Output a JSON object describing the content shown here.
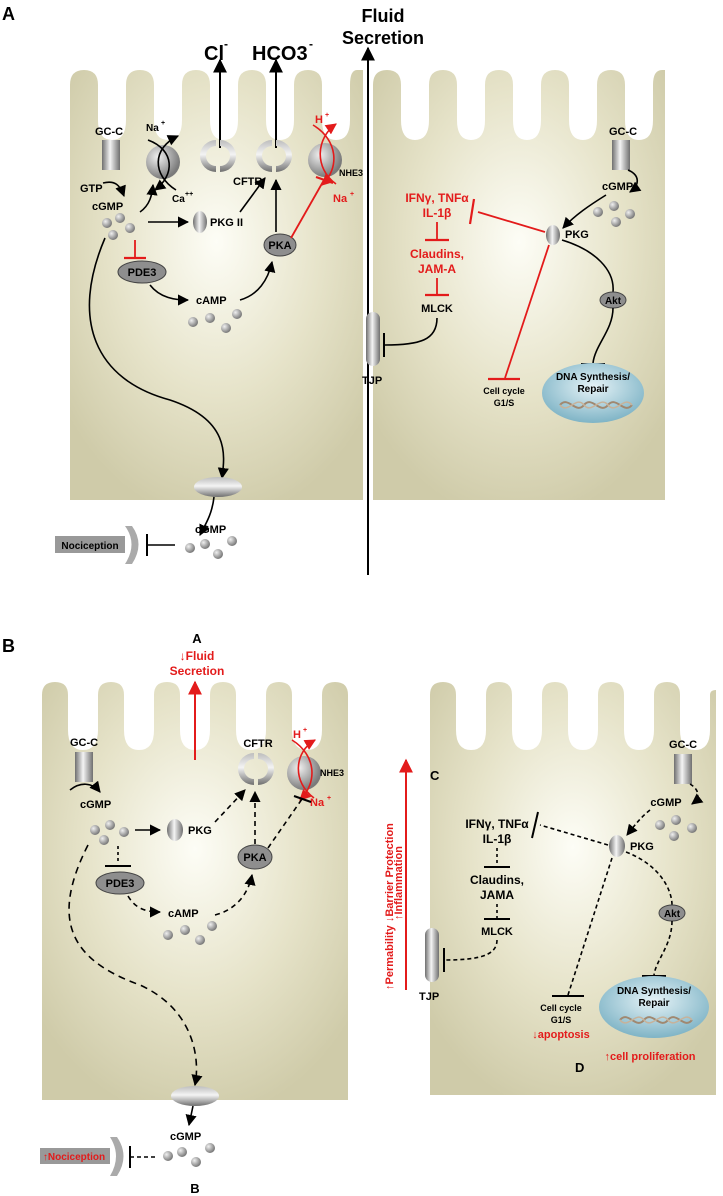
{
  "panel_a": {
    "panel_letter": "A",
    "fluid_line1": "Fluid",
    "fluid_line2": "Secretion",
    "cl": "Cl",
    "minus": "-",
    "hco3": "HCO3",
    "hco3_minus": "-",
    "gc_c_left": "GC-C",
    "gtp": "GTP",
    "cgmp_left": "cGMP",
    "na_top": "Na",
    "plus": "+",
    "ca": "Ca",
    "plusplus": "++",
    "cftr": "CFTR",
    "h": "H",
    "nhe3": "NHE3",
    "na_red": "Na",
    "pkg2": "PKG II",
    "pka": "PKA",
    "pde3": "PDE3",
    "camp": "cAMP",
    "gc_c_right": "GC-C",
    "cgmp_right": "cGMP",
    "ifn_line1": "IFNγ, TNFα",
    "ifn_line2": "IL-1β",
    "pkg": "PKG",
    "claudins_line1": "Claudins,",
    "claudins_line2": "JAM-A",
    "mlck": "MLCK",
    "akt": "Akt",
    "tjp": "TJP",
    "cellcycle_line1": "Cell cycle",
    "cellcycle_line2": "G1/S",
    "dna_line1": "DNA Synthesis/",
    "dna_line2": "Repair",
    "nociception": "Nociception",
    "cgmp_bottom": "cGMP"
  },
  "panel_b": {
    "panel_letter": "B",
    "label_a": "A",
    "fluid_line1": "↓Fluid",
    "fluid_line2": "Secretion",
    "gc_c_left": "GC-C",
    "cgmp_left": "cGMP",
    "pkg_left": "PKG",
    "cftr": "CFTR",
    "h": "H",
    "plus": "+",
    "nhe3": "NHE3",
    "na": "Na",
    "pka": "PKA",
    "pde3": "PDE3",
    "camp": "cAMP",
    "label_c": "C",
    "side_line1": "↑Permability ↓Barrier  Protection",
    "side_line2": "↑Inflammation",
    "gc_c_right": "GC-C",
    "cgmp_right": "cGMP",
    "ifn_line1": "IFNγ, TNFα",
    "ifn_line2": "IL-1β",
    "pkg": "PKG",
    "claudins_line1": "Claudins,",
    "claudins_line2": "JAMA",
    "mlck": "MLCK",
    "akt": "Akt",
    "tjp": "TJP",
    "cellcycle_line1": "Cell cycle",
    "cellcycle_line2": "G1/S",
    "apoptosis": "↓apoptosis",
    "dna_line1": "DNA Synthesis/",
    "dna_line2": "Repair",
    "proliferation": "↑cell proliferation",
    "label_d": "D",
    "nociception": "↑Nociception",
    "cgmp_bottom": "cGMP",
    "label_b": "B"
  },
  "colors": {
    "cell_fill": "#d9d6b8",
    "cell_center": "#fbfbf3",
    "red": "#e31b1b",
    "protein_dark": "#777777",
    "nucleus": "#8fbfcf"
  }
}
